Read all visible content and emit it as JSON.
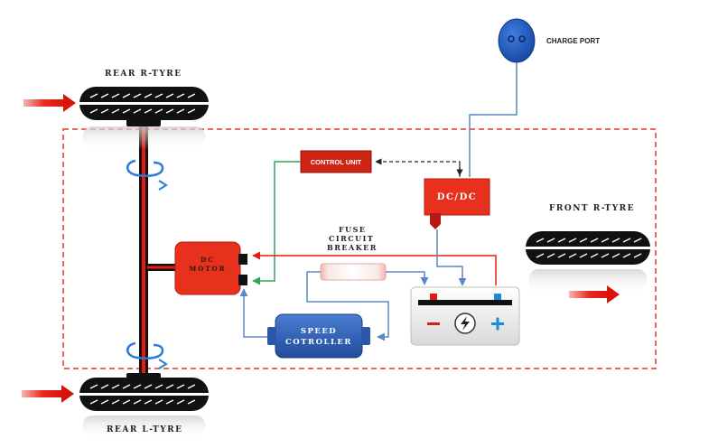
{
  "labels": {
    "charge_port": "CHARGE PORT",
    "rear_r_tyre": "REAR R-TYRE",
    "rear_l_tyre": "REAR L-TYRE",
    "front_r_tyre": "FRONT R-TYRE",
    "control_unit": "CONTROL UNIT",
    "dc_dc": "DC/DC",
    "dc_motor_line1": "DC",
    "dc_motor_line2": "MOTOR",
    "fuse_line1": "FUSE",
    "fuse_line2": "CIRCUIT",
    "fuse_line3": "BREAKER",
    "speed_line1": "SPEED",
    "speed_line2": "COTROLLER"
  },
  "colors": {
    "red_box": "#e8311c",
    "dark_red": "#b51a10",
    "wire_red": "#e51b13",
    "wire_blue": "#5b86c9",
    "wire_green": "#2da65a",
    "charge_port": "#1d5bc7",
    "speed_box": "#2f5fb3",
    "tyre": "#111111",
    "dashed_frame": "#e8312a"
  },
  "icons": [
    "rotation-arrow-icon",
    "lightning-icon",
    "plus-terminal-icon",
    "minus-terminal-icon",
    "direction-arrow-icon"
  ]
}
